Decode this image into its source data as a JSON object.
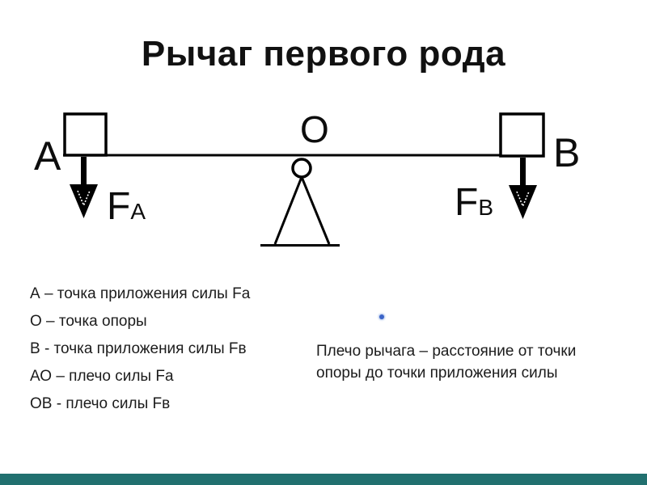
{
  "slide": {
    "title": "Рычаг первого рода",
    "accent_bar_color": "#21706f"
  },
  "diagram": {
    "point_a_label": "А",
    "point_o_label": "О",
    "point_b_label": "В",
    "force_a": {
      "symbol": "F",
      "subscript": "А"
    },
    "force_b": {
      "symbol": "F",
      "subscript": "В"
    },
    "stroke_color": "#000000"
  },
  "definitions": {
    "items": [
      "А – точка приложения силы Fа",
      "О – точка опоры",
      "В - точка приложения силы Fв",
      "АО – плечо силы Fа",
      "ОВ - плечо силы Fв"
    ]
  },
  "note": {
    "bullet_color": "#3c64c8",
    "text": "Плечо рычага – расстояние от точки опоры до точки приложения силы"
  }
}
